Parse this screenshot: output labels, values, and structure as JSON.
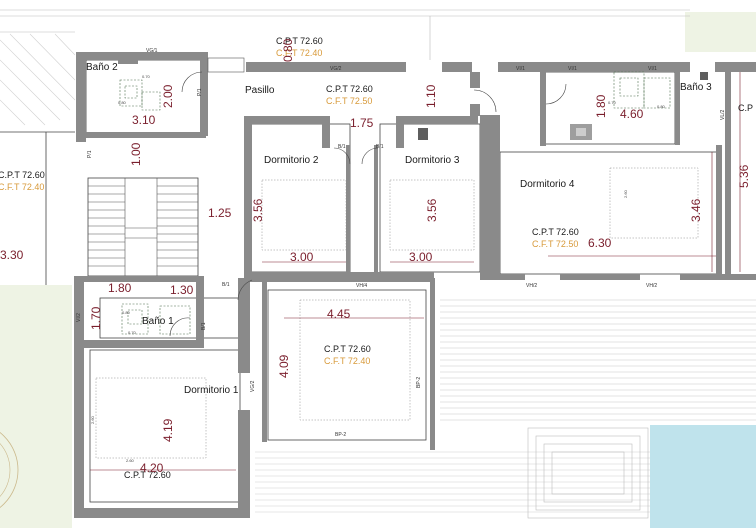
{
  "colors": {
    "wall": "#8a8a8a",
    "wall_dark": "#5e5e5e",
    "line": "#333333",
    "dimension": "#7a1e2c",
    "cft": "#d89a3a",
    "lawn": "#eef3e4",
    "pool": "#bfe3ec",
    "deck": "#bcbcbc"
  },
  "rooms": {
    "bano2": "Baño 2",
    "pasillo": "Pasillo",
    "bano3": "Baño 3",
    "dormitorio2": "Dormitorio 2",
    "dormitorio3": "Dormitorio 3",
    "dormitorio4": "Dormitorio 4",
    "bano1": "Baño 1",
    "dormitorio1": "Dormitorio 1"
  },
  "levels": {
    "top_cpt": "C.P.T 72.60",
    "top_cft": "C.F.T 72.40",
    "pasillo_cpt": "C.P.T 72.60",
    "pasillo_cft": "C.F.T 72.50",
    "left_cpt": "C.P.T 72.60",
    "left_cft": "C.F.T 72.40",
    "dorm4_cpt": "C.P.T 72.60",
    "dorm4_cft": "C.F.T 72.50",
    "terrace_cpt": "C.P.T 72.60",
    "terrace_cft": "C.F.T 72.40",
    "dorm1_cpt": "C.P.T 72.60",
    "right_cpt": "C.P"
  },
  "dimensions": {
    "bano2_width": "3.10",
    "bano2_height": "2.00",
    "top_gap": "0.80",
    "pasillo_width": "1.10",
    "hall_1_75": "1.75",
    "stair_gap": "1.00",
    "bano3_height": "1.80",
    "bano3_width": "4.60",
    "right_height": "5.36",
    "hall_1_25": "1.25",
    "dorm2_height": "3.56",
    "dorm3_height": "3.56",
    "dorm2_width": "3.00",
    "dorm3_width": "3.00",
    "dorm4_height": "3.46",
    "dorm4_width": "6.30",
    "left_3_30": "3.30",
    "bano1_width_a": "1.80",
    "bano1_width_b": "1.30",
    "bano1_height": "1.70",
    "terrace_width": "4.45",
    "terrace_height": "4.09",
    "dorm1_height": "4.19",
    "dorm1_width": "4.20"
  },
  "labels": {
    "vg1": "VG/1",
    "vg2": "VG/2",
    "vi1a": "VI/1",
    "vi1b": "VI/1",
    "vi1c": "VI/1",
    "vh2a": "VH/2",
    "vh2b": "VH/2",
    "vh4": "VH/4",
    "vl2": "VL/2",
    "vg2v": "VG/2",
    "vi2": "VI/2",
    "bp2a": "BP-2",
    "bp2b": "BP-2",
    "p1a": "P/1",
    "p1b": "P/1",
    "b1a": "B/1",
    "b1b": "B/1",
    "b1c": "B/1",
    "b1d": "B/1",
    "dim2_60a": "2.60",
    "dim2_60b": "2.60",
    "dim2_60c": "2.60",
    "dim0_70a": "0.70",
    "dim0_70b": "0.70",
    "dim0_70c": "0.70",
    "dim0_80a": "0.80",
    "dim0_80b": "0.80",
    "dim0_80c": "0.80"
  }
}
